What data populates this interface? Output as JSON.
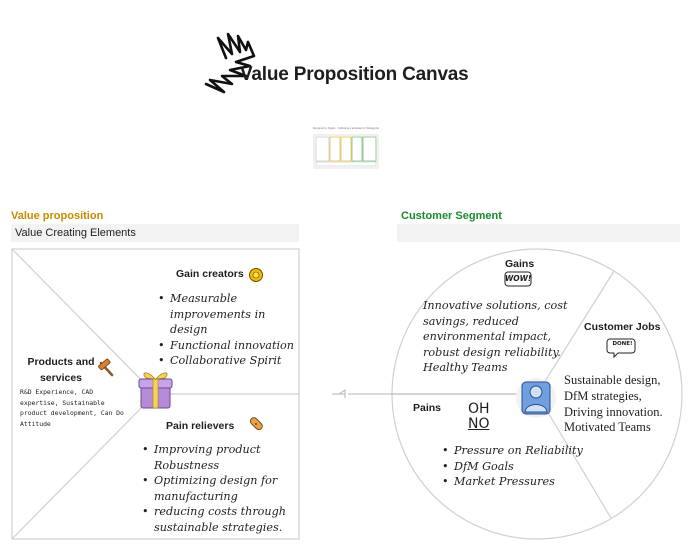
{
  "header": {
    "title": "Value Proposition Canvas",
    "thumbnail_caption": "Designed by Figjam · Following a template by Strategyzer"
  },
  "value_proposition": {
    "label": "Value proposition",
    "label_color": "#c98a00",
    "bar_text": "Value Creating Elements",
    "gain_creators": {
      "title": "Gain creators",
      "items": [
        "Measurable improvements in design",
        "Functional innovation",
        "Collaborative Spirit"
      ]
    },
    "products_services": {
      "title_line1": "Products and",
      "title_line2": "services",
      "lines": [
        "R&D Experience, CAD",
        "expertise, Sustainable",
        "product development, Can Do",
        "Attitude"
      ]
    },
    "pain_relievers": {
      "title": "Pain relievers",
      "items": [
        "Improving product Robustness",
        "Optimizing design for manufacturing",
        "reducing costs through sustainable strategies."
      ]
    }
  },
  "customer_segment": {
    "label": "Customer Segment",
    "label_color": "#1a8a2e",
    "gains": {
      "title": "Gains",
      "sticker": "WOW!",
      "lines": [
        "Innovative solutions, cost",
        "savings, reduced",
        "environmental impact,",
        "robust design reliability.",
        "Healthy Teams"
      ]
    },
    "customer_jobs": {
      "title": "Customer Jobs",
      "sticker": "DONE!",
      "lines": [
        "Sustainable design,",
        "DfM strategies,",
        "Driving innovation.",
        "Motivated Teams"
      ]
    },
    "pains": {
      "title": "Pains",
      "sticker_line1": "OH",
      "sticker_line2": "NO",
      "items": [
        "Pressure on Reliability",
        "DfM Goals",
        "Market Pressures"
      ]
    }
  },
  "icons": [
    "scribble-logo-icon",
    "gift-icon",
    "sun-icon",
    "hammer-icon",
    "bandage-icon",
    "user-avatar-icon",
    "arrow-icon"
  ],
  "colors": {
    "gift": "#b58bd9",
    "avatar_bg": "#6f9fe0",
    "sun": "#f2b705",
    "bandage": "#e7a24a",
    "hammer": "#d9822b"
  }
}
